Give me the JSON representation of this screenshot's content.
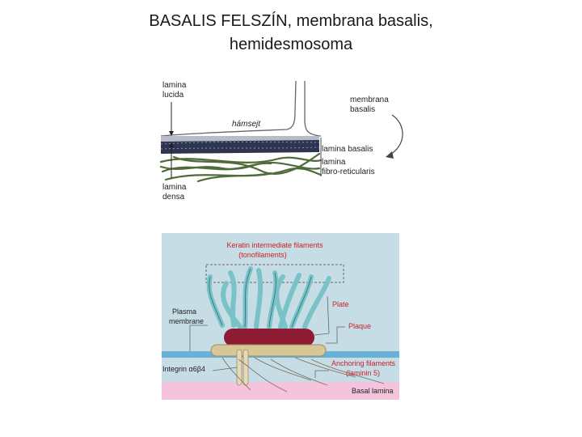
{
  "slide": {
    "title_line1": "BASALIS FELSZÍN, membrana basalis,",
    "title_line2": "hemidesmosoma"
  },
  "top_figure": {
    "labels": {
      "lamina_lucida": [
        "lamina",
        "lucida"
      ],
      "hamsejt": "hámsejt",
      "membrana_basalis": [
        "membrana",
        "basalis"
      ],
      "lamina_basalis": "lamina basalis",
      "lamina_fibroreticularis": [
        "lamina",
        "fibro-reticularis"
      ],
      "lamina_densa": [
        "lamina",
        "densa"
      ]
    },
    "colors": {
      "cell_outline": "#555555",
      "densa_band": "#2e3550",
      "fibers": "#4f6b3a",
      "arrow": "#444444"
    }
  },
  "bottom_figure": {
    "labels": {
      "keratin": [
        "Keratin intermediate filaments",
        "(tonofilaments)"
      ],
      "plate": "Plate",
      "plaque": "Plaque",
      "plasma_membrane": [
        "Plasma",
        "membrane"
      ],
      "integrin": "Integrin α6β4",
      "anchoring": [
        "Anchoring filaments",
        "(laminin 5)"
      ],
      "basal_lamina": "Basal lamina"
    },
    "colors": {
      "background": "#c7dde6",
      "keratin": "#79c2c7",
      "plate": "#8e1c35",
      "plaque": "#d8c796",
      "membrane": "#6ab1d8",
      "basal_lamina": "#f4c4dc",
      "label_red": "#c8202a"
    }
  }
}
